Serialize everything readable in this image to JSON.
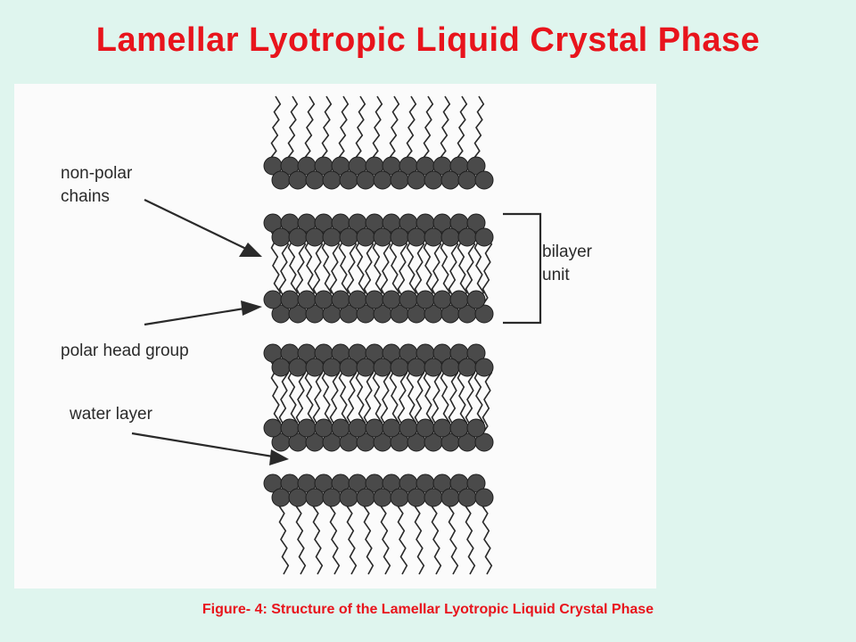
{
  "slide": {
    "title": "Lamellar Lyotropic Liquid Crystal Phase",
    "caption": "Figure- 4: Structure of the Lamellar Lyotropic Liquid Crystal Phase"
  },
  "labels": {
    "nonpolar_line1": "non-polar",
    "nonpolar_line2": "chains",
    "bilayer_line1": "bilayer",
    "bilayer_line2": "unit",
    "polar_head": "polar head group",
    "water_layer": "water layer"
  },
  "colors": {
    "background": "#dff5ee",
    "title": "#e8141c",
    "head_fill": "#4a4a4a",
    "ink": "#2a2a2a"
  }
}
